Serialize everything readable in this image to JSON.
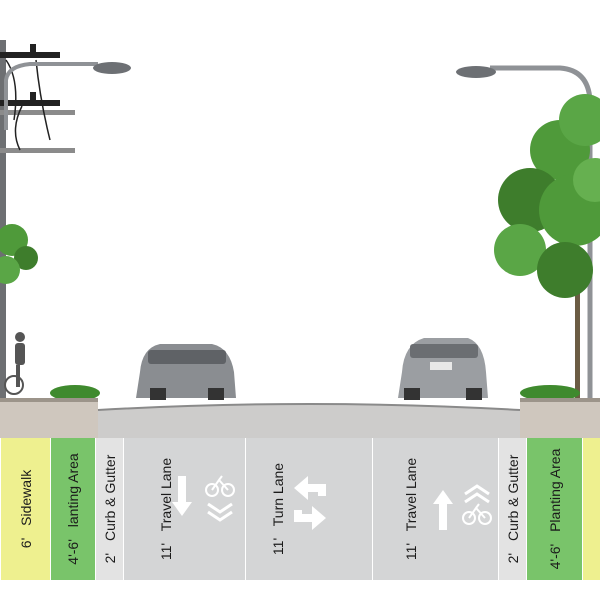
{
  "bands": [
    {
      "id": "sidebar-left",
      "dim": "6'",
      "label": "Sidewalk",
      "color": "#eef08f"
    },
    {
      "id": "planting-left",
      "dim": "4'-6'",
      "label": "lanting Area",
      "color": "#79c46a"
    },
    {
      "id": "curb-left",
      "dim": "2'",
      "label": "Curb & Gutter",
      "color": "#e3e3e3"
    },
    {
      "id": "lane-left",
      "dim": "11'",
      "label": "Travel Lane",
      "color": "#d4d5d6"
    },
    {
      "id": "turn-lane",
      "dim": "11'",
      "label": "Turn Lane",
      "color": "#d4d5d6"
    },
    {
      "id": "lane-right",
      "dim": "11'",
      "label": "Travel Lane",
      "color": "#d4d5d6"
    },
    {
      "id": "curb-right",
      "dim": "2'",
      "label": "Curb & Gutter",
      "color": "#e3e3e3"
    },
    {
      "id": "planting-right",
      "dim": "4'-6'",
      "label": "Planting Area",
      "color": "#79c46a"
    },
    {
      "id": "sidewalk-right",
      "dim": "",
      "label": "",
      "color": "#eef08f"
    }
  ],
  "colors": {
    "road": "#c9c9c8",
    "sidewalk_section": "#cfc7be",
    "pole": "#8f9296",
    "foliage": "#4f9a3a",
    "car": "#8a8d91"
  }
}
